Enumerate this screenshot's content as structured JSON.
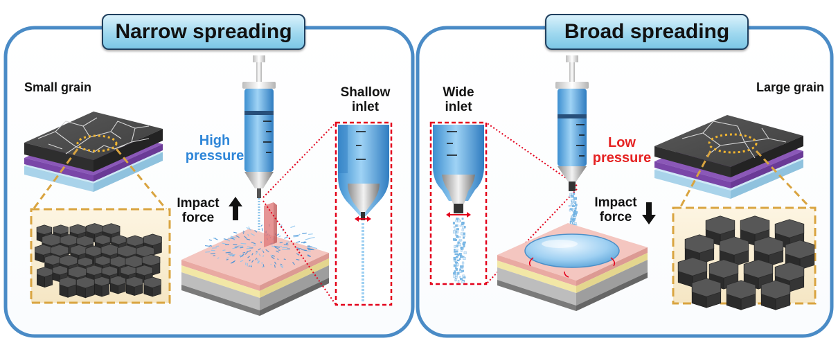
{
  "panels": {
    "narrow": {
      "title": "Narrow spreading",
      "grain_label": "Small grain",
      "pressure_label_1": "High",
      "pressure_label_2": "pressure",
      "impact_label_1": "Impact",
      "impact_label_2": "force",
      "inlet_label_1": "Shallow",
      "inlet_label_2": "inlet"
    },
    "broad": {
      "title": "Broad spreading",
      "grain_label": "Large grain",
      "pressure_label_1": "Low",
      "pressure_label_2": "pressure",
      "impact_label_1": "Impact",
      "impact_label_2": "force",
      "inlet_label_1": "Wide",
      "inlet_label_2": "inlet"
    }
  },
  "colors": {
    "panel_border": "#4a8bc6",
    "title_fill": "#9fd8ef",
    "high_pressure": "#2e86d8",
    "low_pressure": "#e52222",
    "callout_red": "#e3001b",
    "zoom_box_gold": "#d9a440",
    "grain_dark": "#4a4a4a",
    "syringe_blue": "#6ab4e8"
  }
}
